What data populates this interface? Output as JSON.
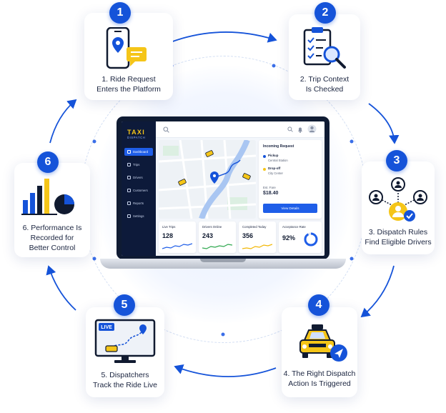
{
  "steps": [
    {
      "number": "1",
      "line1": "1. Ride Request",
      "line2": "Enters the Platform",
      "line3": ""
    },
    {
      "number": "2",
      "line1": "2. Trip Context",
      "line2": "Is Checked",
      "line3": ""
    },
    {
      "number": "3",
      "line1": "3. Dispatch Rules",
      "line2": "Find Eligible Drivers",
      "line3": ""
    },
    {
      "number": "4",
      "line1": "4. The Right Dispatch",
      "line2": "Action Is Triggered",
      "line3": ""
    },
    {
      "number": "5",
      "line1": "5. Dispatchers",
      "line2": "Track the Ride Live",
      "line3": ""
    },
    {
      "number": "6",
      "line1": "6. Performance Is",
      "line2": "Recorded for",
      "line3": "Better Control"
    }
  ],
  "map_badge": "LIVE",
  "dashboard": {
    "logo_main": "TAXI",
    "logo_sub": "DISPATCH",
    "nav": [
      "Dashboard",
      "Trips",
      "Drivers",
      "Customers",
      "Reports",
      "Settings"
    ],
    "active_nav": "Dashboard",
    "request": {
      "title": "Incoming Request",
      "pickup_label": "Pickup",
      "pickup_value": "Central Station",
      "dropoff_label": "Drop-off",
      "dropoff_value": "City Center",
      "fare_label": "Est. Fare",
      "fare_value": "$18.40",
      "button": "View Details"
    },
    "stats": [
      {
        "label": "Live Trips",
        "value": "128",
        "color": "#1f5ee8"
      },
      {
        "label": "Drivers Online",
        "value": "243",
        "color": "#2fa84f"
      },
      {
        "label": "Completed Today",
        "value": "356",
        "color": "#f2b705"
      },
      {
        "label": "Acceptance Rate",
        "value": "92%",
        "color": "#1f5ee8",
        "fraction": 0.92
      }
    ]
  },
  "colors": {
    "accent": "#1553d9",
    "taxi": "#f5c518",
    "dark": "#0d1a3a"
  },
  "icons": [
    "phone-location-icon",
    "chat-bubble-icon",
    "clipboard-checklist-icon",
    "magnifier-icon",
    "driver-network-icon",
    "check-badge-icon",
    "taxi-icon",
    "send-arrow-icon",
    "monitor-map-icon",
    "bar-chart-icon",
    "pie-chart-icon",
    "search-icon",
    "bell-icon",
    "avatar-icon"
  ]
}
